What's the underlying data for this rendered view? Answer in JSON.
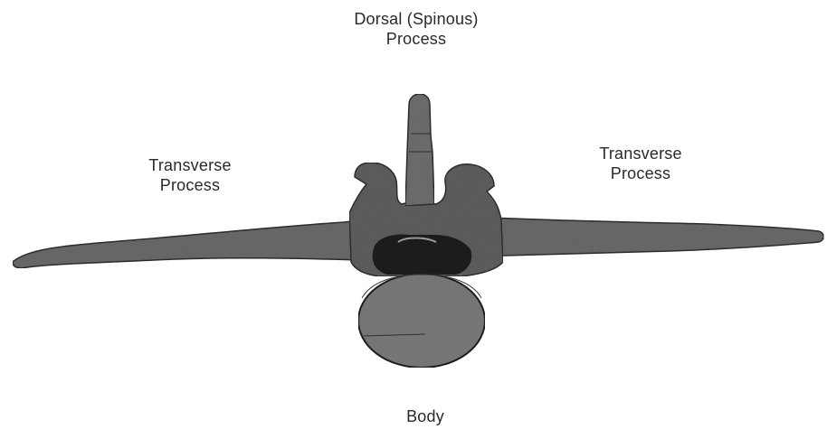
{
  "labels": {
    "dorsal": {
      "line1": "Dorsal (Spinous)",
      "line2": "Process"
    },
    "transverse_left": {
      "line1": "Transverse",
      "line2": "Process"
    },
    "transverse_right": {
      "line1": "Transverse",
      "line2": "Process"
    },
    "body": {
      "line1": "Body"
    }
  },
  "colors": {
    "bone_fill": "#6a6a6a",
    "bone_dark": "#1c1c1c",
    "bone_outline": "#2e2e2e",
    "centrum_fill": "#7a7a7a"
  }
}
